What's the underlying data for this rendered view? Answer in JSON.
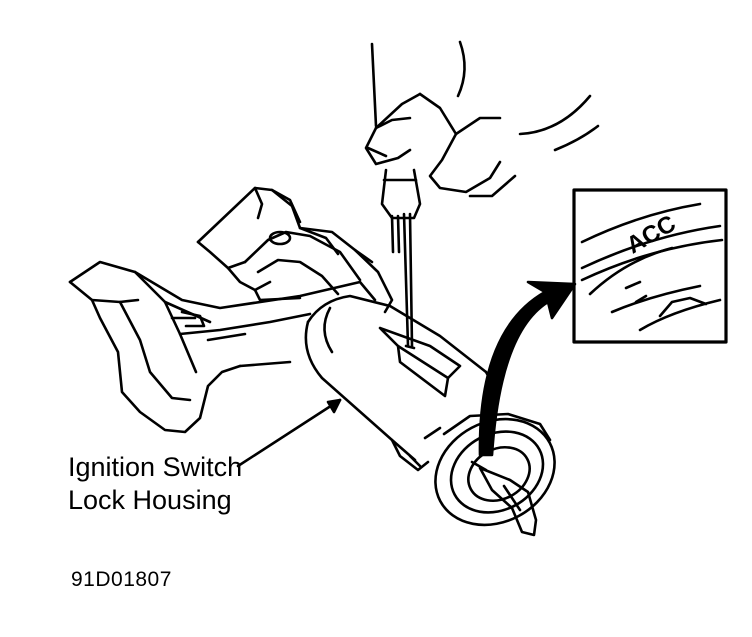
{
  "callout": {
    "line1": "Ignition Switch",
    "line2": "Lock Housing"
  },
  "inset": {
    "mark": "ACC"
  },
  "figure_code": "91D01807",
  "colors": {
    "ink": "#000000",
    "paper": "#ffffff"
  }
}
